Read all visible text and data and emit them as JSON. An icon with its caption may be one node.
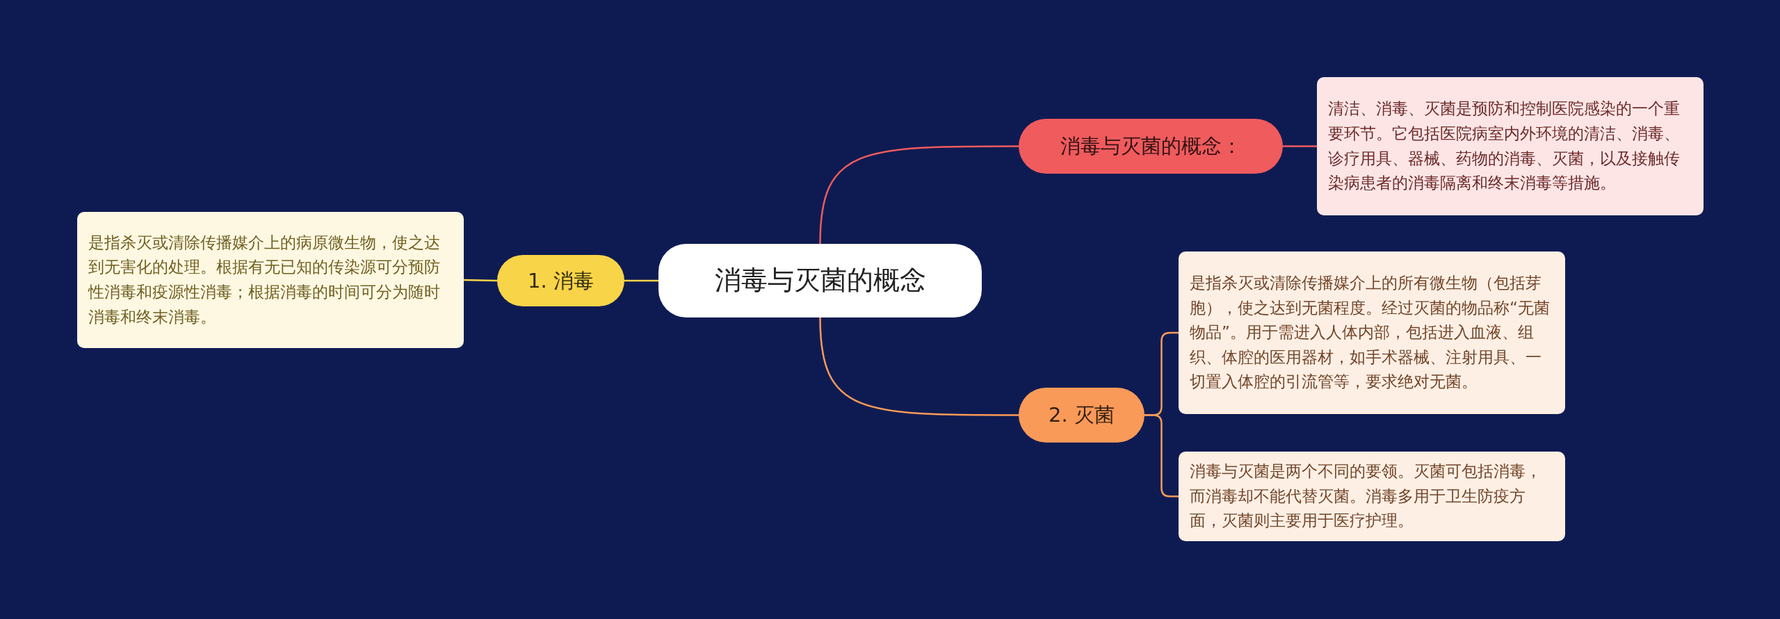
{
  "diagram": {
    "nodes": [
      {
        "text": [
          "消毒与灭菌的概念"
        ]
      },
      {
        "text": [
          "消毒与灭菌的概念："
        ]
      },
      {
        "text": [
          "清洁、消毒、灭菌是预防和控制医院感染的一个重要环节。它包括医院病室内外环境的清洁、消毒、诊疗用具、器械、药物的消毒、灭菌，以及接触传染病患者的消毒隔离和终末消毒等措施。"
        ]
      },
      {
        "text": [
          "1. 消毒"
        ]
      },
      {
        "text": [
          "是指杀灭或清除传播媒介上的病原微生物，使之达到无害化的处理。根据有无已知的传染源可分预防性消毒和疫源性消毒；根据消毒的时间可分为随时消毒和终末消毒。"
        ]
      },
      {
        "text": [
          "2. 灭菌"
        ]
      },
      {
        "text": [
          "是指杀灭或清除传播媒介上的所有微生物（包括芽胞），使之达到无菌程度。经过灭菌的物品称“无菌物品”。用于需进入人体内部，包括进入血液、组织、体腔的医用器材，如手术器械、注射用具、一切置入体腔的引流管等，要求绝对无菌。"
        ]
      },
      {
        "text": [
          "消毒与灭菌是两个不同的要领。灭菌可包括消毒，而消毒却不能代替灭菌。消毒多用于卫生防疫方面，灭菌则主要用于医疗护理。"
        ]
      }
    ],
    "edges": [
      {
        "from": 0,
        "to": 1,
        "arrow": "none",
        "color": "#f05b5d"
      },
      {
        "from": 1,
        "to": 2,
        "arrow": "none",
        "color": "#f05b5d"
      },
      {
        "from": 0,
        "to": 3,
        "arrow": "none",
        "color": "#f8d448"
      },
      {
        "from": 3,
        "to": 4,
        "arrow": "none",
        "color": "#f8d448"
      },
      {
        "from": 0,
        "to": 5,
        "arrow": "none",
        "color": "#fa9a58"
      },
      {
        "from": 5,
        "to": 6,
        "arrow": "none",
        "color": "#fa9a58"
      },
      {
        "from": 5,
        "to": 7,
        "arrow": "none",
        "color": "#fa9a58"
      }
    ]
  }
}
